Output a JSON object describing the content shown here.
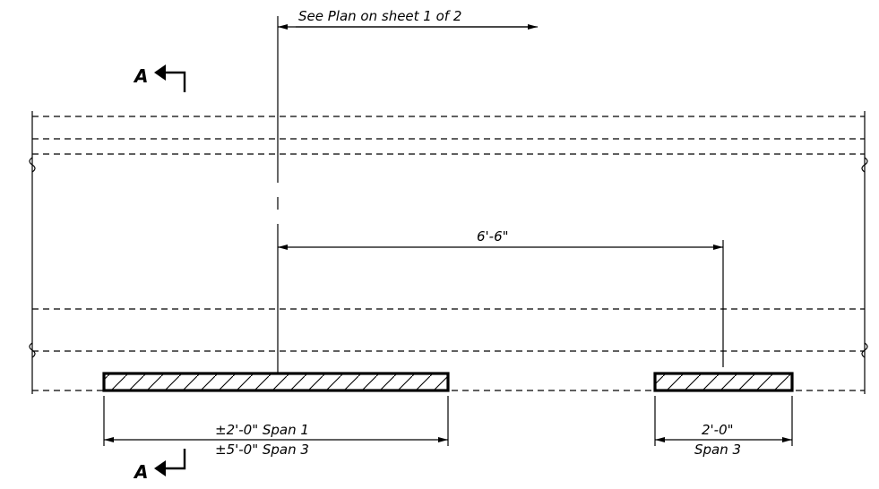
{
  "notes": {
    "see_plan": "See Plan on sheet 1 of 2"
  },
  "section_markers": {
    "top": "A",
    "bottom": "A"
  },
  "dimensions": {
    "offset": "6'-6\"",
    "left_span_line1": "±2'-0\" Span 1",
    "left_span_line2": "±5'-0\" Span 3",
    "right_span_line1": "2'-0\"",
    "right_span_line2": "Span 3"
  }
}
